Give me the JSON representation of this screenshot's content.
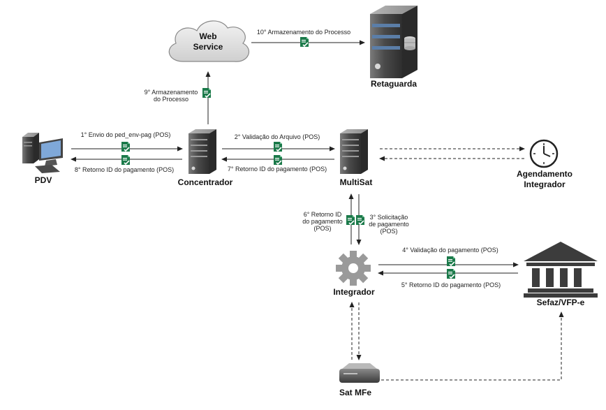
{
  "nodes": {
    "web_service": "Web Service",
    "retaguarda": "Retaguarda",
    "pdv": "PDV",
    "concentrador": "Concentrador",
    "multisat": "MultiSat",
    "agendamento": [
      "Agendamento",
      "Integrador"
    ],
    "integrador": "Integrador",
    "sefaz": "Sefaz/VFP-e",
    "sat_mfe": "Sat MFe"
  },
  "cloud_lines": [
    "Web",
    "Service"
  ],
  "steps": {
    "s1": "1° Envio do ped_env-pag (POS)",
    "s2": "2° Validação do Arquivo (POS)",
    "s3": [
      "3° Solicitação",
      "de pagamento",
      "(POS)"
    ],
    "s4": "4° Validação do pagamento (POS)",
    "s5": "5° Retorno ID do pagamento (POS)",
    "s6": [
      "6° Retorno ID",
      "do pagamento",
      "(POS)"
    ],
    "s7": "7° Retorno ID do pagamento (POS)",
    "s8": "8° Retorno ID do pagamento (POS)",
    "s9": [
      "9° Armazenamento",
      "do Processo"
    ],
    "s10": "10° Armazenamento do Processo"
  },
  "colors": {
    "doc_icon": "#1b7a4a",
    "arrow": "#222222",
    "server_dark": "#4a4a4a",
    "server_stripe": "#5b7ea8",
    "gear": "#9a9a9a",
    "bank": "#3c3c3c"
  }
}
